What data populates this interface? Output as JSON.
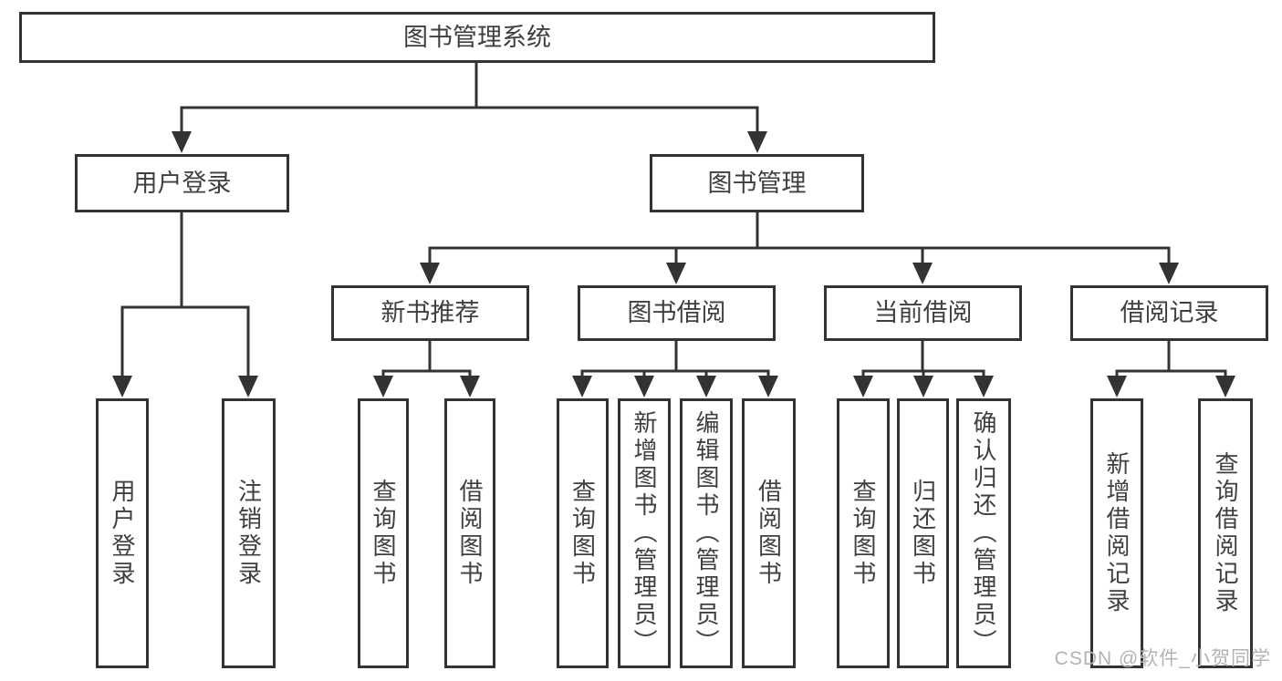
{
  "tree": {
    "label": "图书管理系统",
    "children": [
      {
        "label": "用户登录",
        "children": [
          {
            "label": "用户登录"
          },
          {
            "label": "注销登录"
          }
        ]
      },
      {
        "label": "图书管理",
        "children": [
          {
            "label": "新书推荐",
            "children": [
              {
                "label": "查询图书"
              },
              {
                "label": "借阅图书"
              }
            ]
          },
          {
            "label": "图书借阅",
            "children": [
              {
                "label": "查询图书"
              },
              {
                "label": "新增图书（管理员）"
              },
              {
                "label": "编辑图书（管理员）"
              },
              {
                "label": "借阅图书"
              }
            ]
          },
          {
            "label": "当前借阅",
            "children": [
              {
                "label": "查询图书"
              },
              {
                "label": "归还图书"
              },
              {
                "label": "确认归还（管理员）"
              }
            ]
          },
          {
            "label": "借阅记录",
            "children": [
              {
                "label": "新增借阅记录"
              },
              {
                "label": "查询借阅记录"
              }
            ]
          }
        ]
      }
    ]
  },
  "watermark": "CSDN @软件_小贺同学",
  "colors": {
    "line": "#333333",
    "box_border": "#333333",
    "box_fill": "#ffffff",
    "text": "#3f3f3f",
    "watermark": "#b3b3b3"
  }
}
